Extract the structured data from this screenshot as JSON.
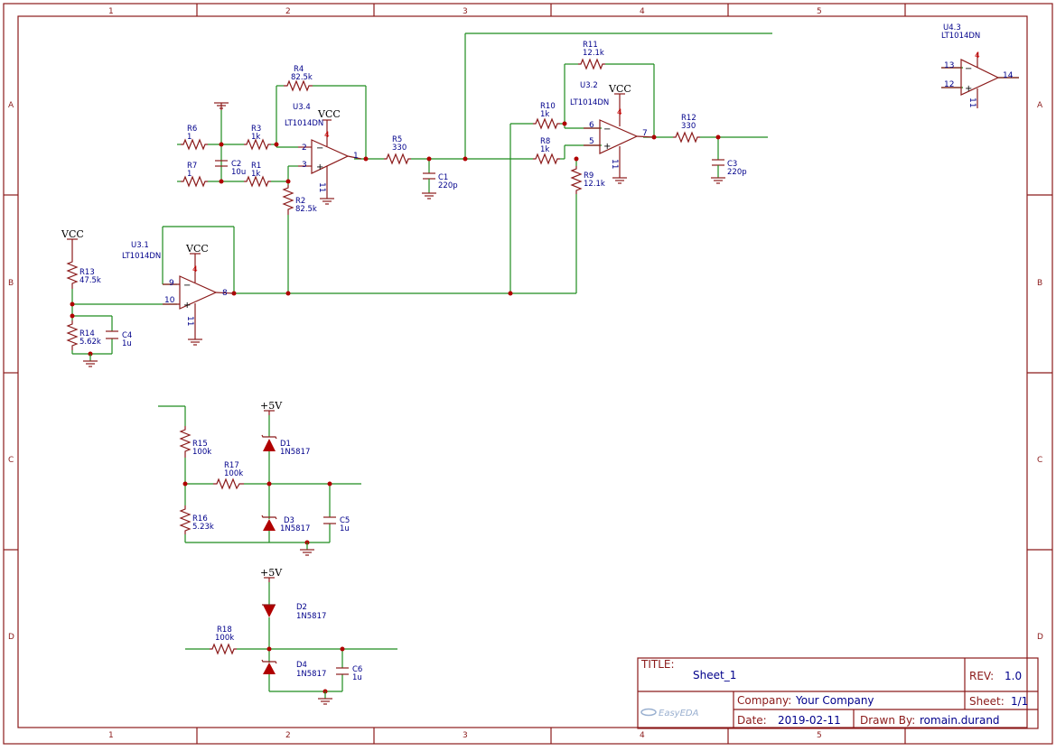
{
  "sheet": {
    "zones_cols": [
      "1",
      "2",
      "3",
      "4",
      "5"
    ],
    "zones_rows": [
      "A",
      "B",
      "C",
      "D"
    ]
  },
  "title_block": {
    "title_label": "TITLE:",
    "title_value": "Sheet_1",
    "rev_label": "REV:",
    "rev_value": "1.0",
    "company_label": "Company:",
    "company_value": "Your Company",
    "sheet_label": "Sheet:",
    "sheet_value": "1/1",
    "date_label": "Date:",
    "date_value": "2019-02-11",
    "drawn_label": "Drawn By:",
    "drawn_value": "romain.durand",
    "logo_text": "EasyEDA"
  },
  "components": {
    "r1": {
      "ref": "R1",
      "val": "1k"
    },
    "r2": {
      "ref": "R2",
      "val": "82.5k"
    },
    "r3": {
      "ref": "R3",
      "val": "1k"
    },
    "r4": {
      "ref": "R4",
      "val": "82.5k"
    },
    "r5": {
      "ref": "R5",
      "val": "330"
    },
    "r6": {
      "ref": "R6",
      "val": "1"
    },
    "r7": {
      "ref": "R7",
      "val": "1"
    },
    "r8": {
      "ref": "R8",
      "val": "1k"
    },
    "r9": {
      "ref": "R9",
      "val": "12.1k"
    },
    "r10": {
      "ref": "R10",
      "val": "1k"
    },
    "r11": {
      "ref": "R11",
      "val": "12.1k"
    },
    "r12": {
      "ref": "R12",
      "val": "330"
    },
    "r13": {
      "ref": "R13",
      "val": "47.5k"
    },
    "r14": {
      "ref": "R14",
      "val": "5.62k"
    },
    "r15": {
      "ref": "R15",
      "val": "100k"
    },
    "r16": {
      "ref": "R16",
      "val": "5.23k"
    },
    "r17": {
      "ref": "R17",
      "val": "100k"
    },
    "r18": {
      "ref": "R18",
      "val": "100k"
    },
    "c1": {
      "ref": "C1",
      "val": "220p"
    },
    "c2": {
      "ref": "C2",
      "val": "10u"
    },
    "c3": {
      "ref": "C3",
      "val": "220p"
    },
    "c4": {
      "ref": "C4",
      "val": "1u"
    },
    "c5": {
      "ref": "C5",
      "val": "1u"
    },
    "c6": {
      "ref": "C6",
      "val": "1u"
    },
    "d1": {
      "ref": "D1",
      "val": "1N5817"
    },
    "d2": {
      "ref": "D2",
      "val": "1N5817"
    },
    "d3": {
      "ref": "D3",
      "val": "1N5817"
    },
    "d4": {
      "ref": "D4",
      "val": "1N5817"
    },
    "u34": {
      "ref": "U3.4",
      "val": "LT1014DN"
    },
    "u31": {
      "ref": "U3.1",
      "val": "LT1014DN"
    },
    "u32": {
      "ref": "U3.2",
      "val": "LT1014DN"
    },
    "u43": {
      "ref": "U4.3",
      "val": "LT1014DN"
    }
  },
  "pins": {
    "u34": {
      "inv": "2",
      "noninv": "3",
      "out": "1",
      "vcc": "4",
      "gnd": "11"
    },
    "u31": {
      "inv": "9",
      "noninv": "10",
      "out": "8",
      "vcc": "4",
      "gnd": "11"
    },
    "u32": {
      "inv": "6",
      "noninv": "5",
      "out": "7",
      "vcc": "4",
      "gnd": "11"
    },
    "u43": {
      "inv": "13",
      "noninv": "12",
      "out": "14",
      "vcc": "4",
      "gnd": "11"
    }
  },
  "nets": {
    "vcc": "VCC",
    "p5v": "+5V"
  }
}
